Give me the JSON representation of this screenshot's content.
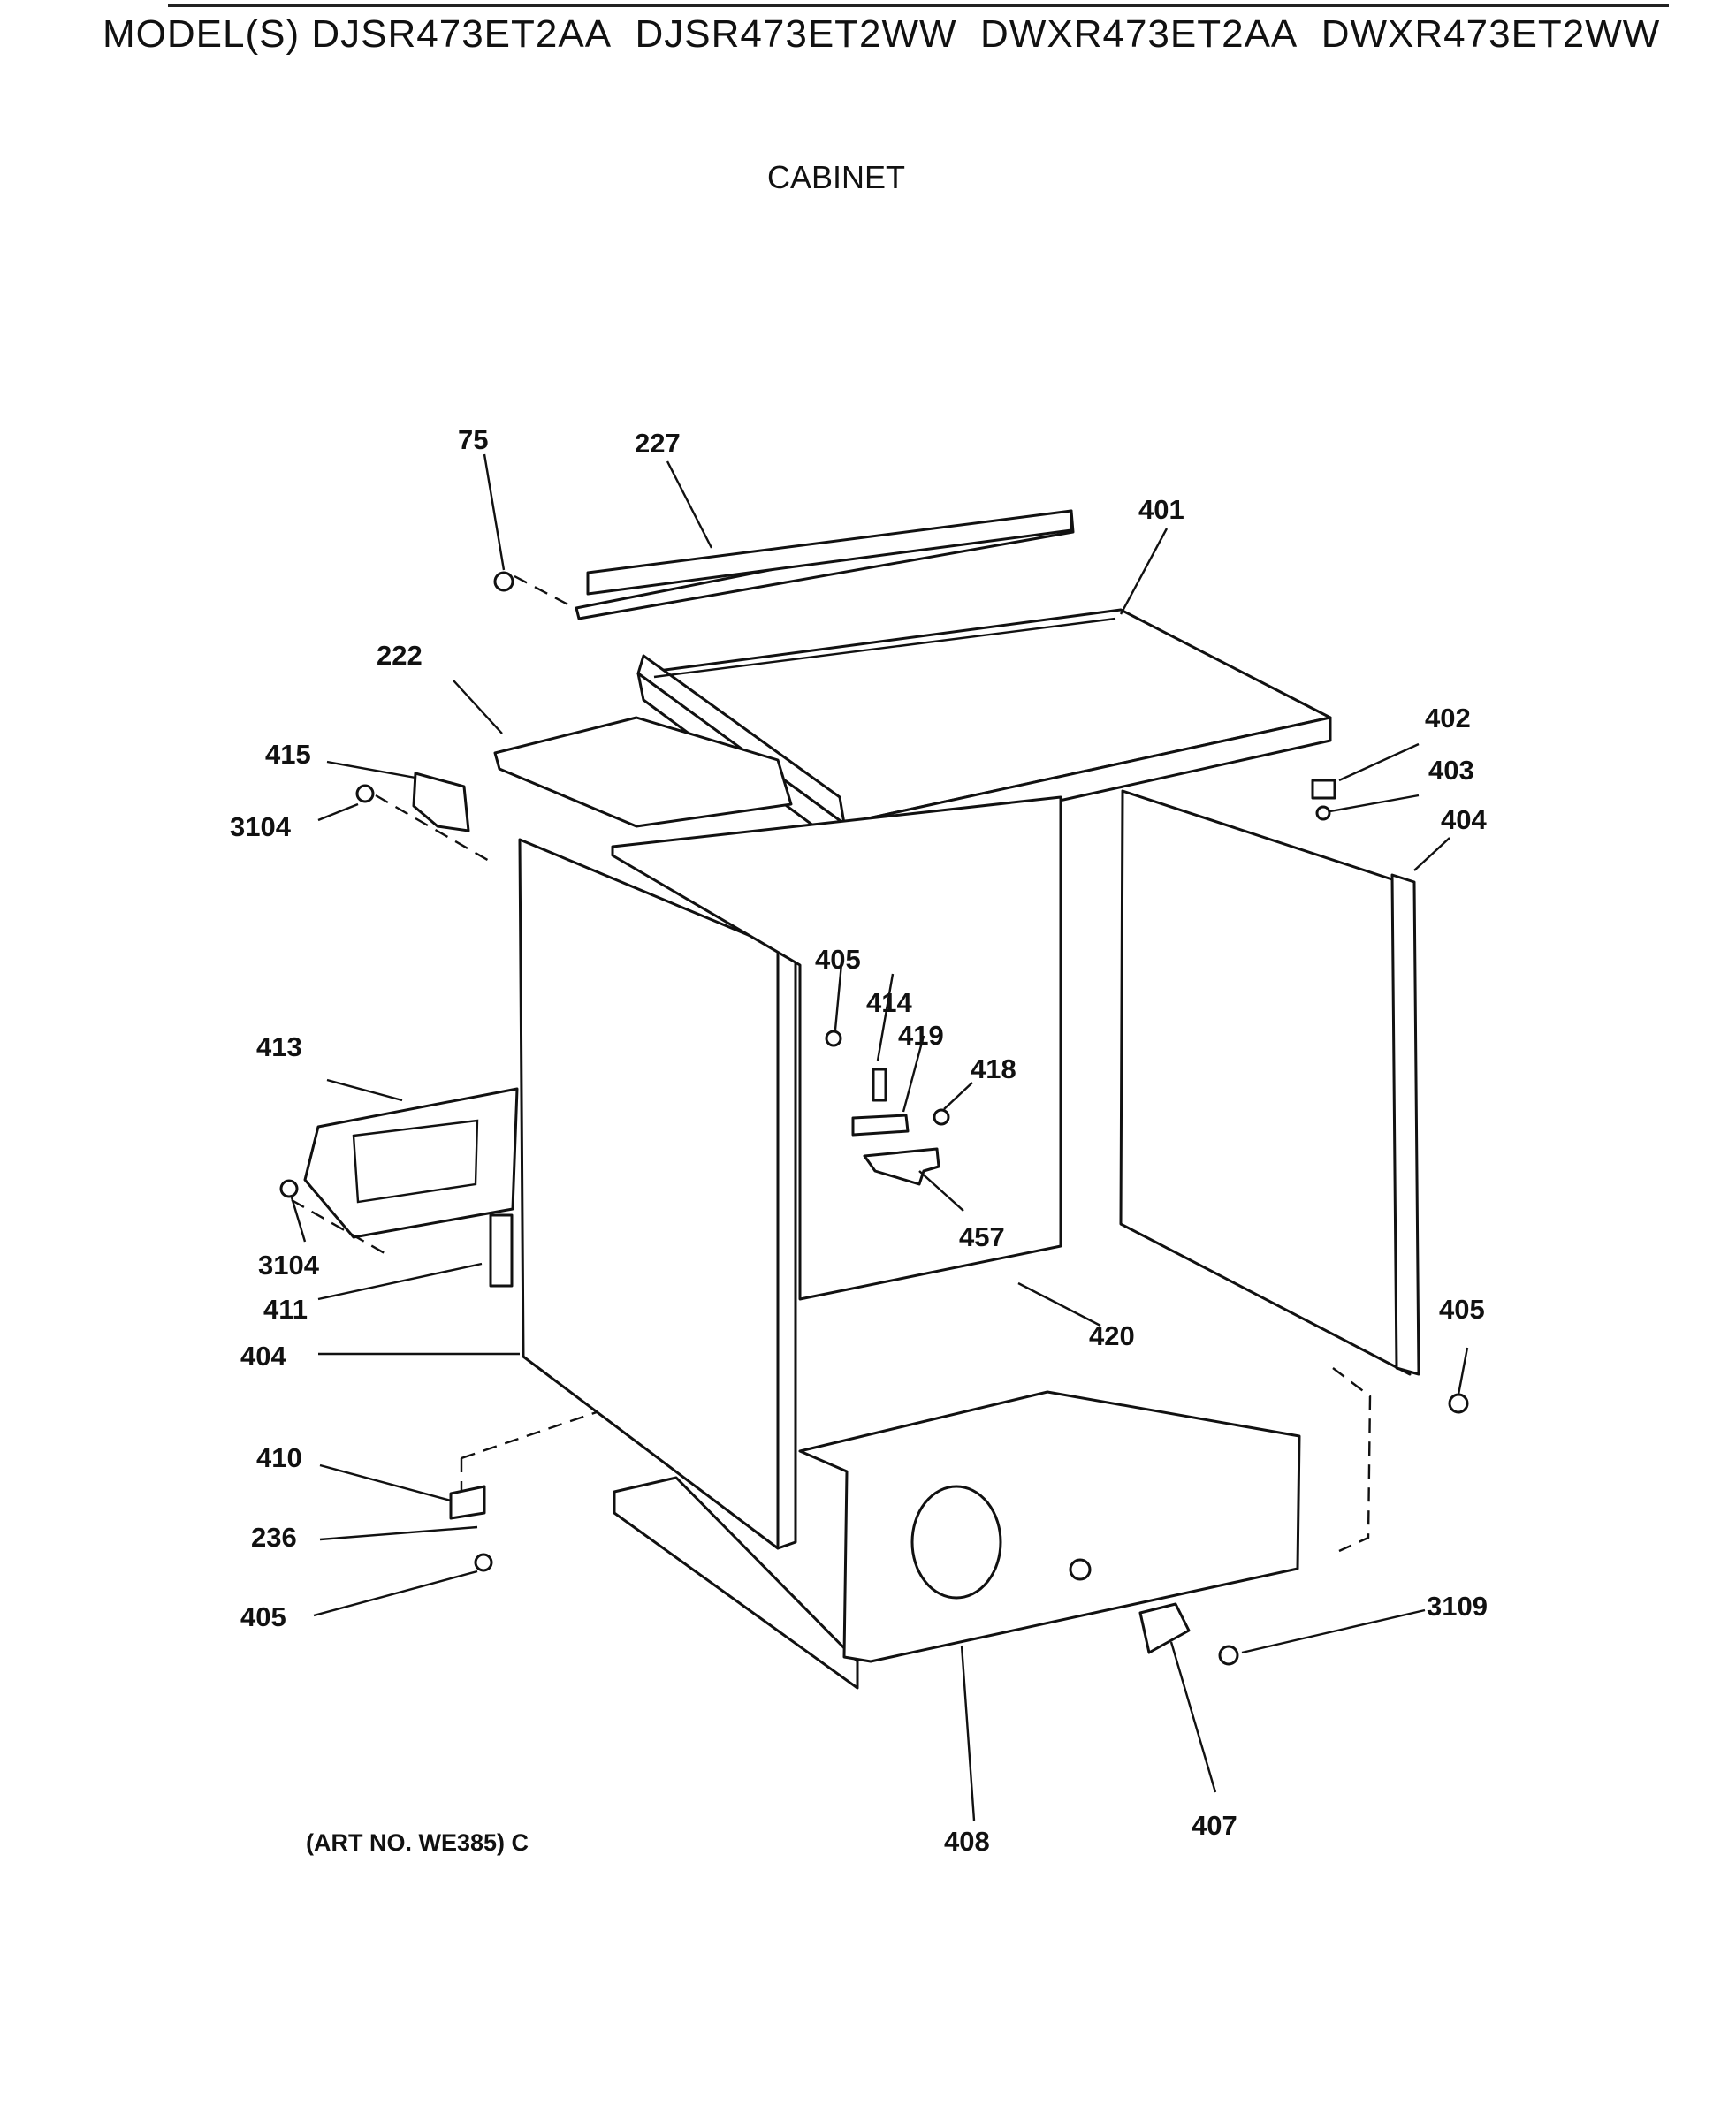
{
  "header": {
    "models_prefix": "MODEL(S)",
    "models": [
      "DJSR473ET2AA",
      "DJSR473ET2WW",
      "DWXR473ET2AA",
      "DWXR473ET2WW"
    ]
  },
  "section_title": "CABINET",
  "art_number": "(ART NO. WE385) C",
  "callouts": [
    {
      "id": "c75",
      "label": "75"
    },
    {
      "id": "c227",
      "label": "227"
    },
    {
      "id": "c401",
      "label": "401"
    },
    {
      "id": "c222",
      "label": "222"
    },
    {
      "id": "c415",
      "label": "415"
    },
    {
      "id": "c3104a",
      "label": "3104"
    },
    {
      "id": "c402",
      "label": "402"
    },
    {
      "id": "c403",
      "label": "403"
    },
    {
      "id": "c404a",
      "label": "404"
    },
    {
      "id": "c405a",
      "label": "405"
    },
    {
      "id": "c414",
      "label": "414"
    },
    {
      "id": "c419",
      "label": "419"
    },
    {
      "id": "c418",
      "label": "418"
    },
    {
      "id": "c413",
      "label": "413"
    },
    {
      "id": "c457",
      "label": "457"
    },
    {
      "id": "c3104b",
      "label": "3104"
    },
    {
      "id": "c411",
      "label": "411"
    },
    {
      "id": "c404b",
      "label": "404"
    },
    {
      "id": "c420",
      "label": "420"
    },
    {
      "id": "c405b",
      "label": "405"
    },
    {
      "id": "c410",
      "label": "410"
    },
    {
      "id": "c236",
      "label": "236"
    },
    {
      "id": "c405c",
      "label": "405"
    },
    {
      "id": "c3109",
      "label": "3109"
    },
    {
      "id": "c408",
      "label": "408"
    },
    {
      "id": "c407",
      "label": "407"
    }
  ]
}
